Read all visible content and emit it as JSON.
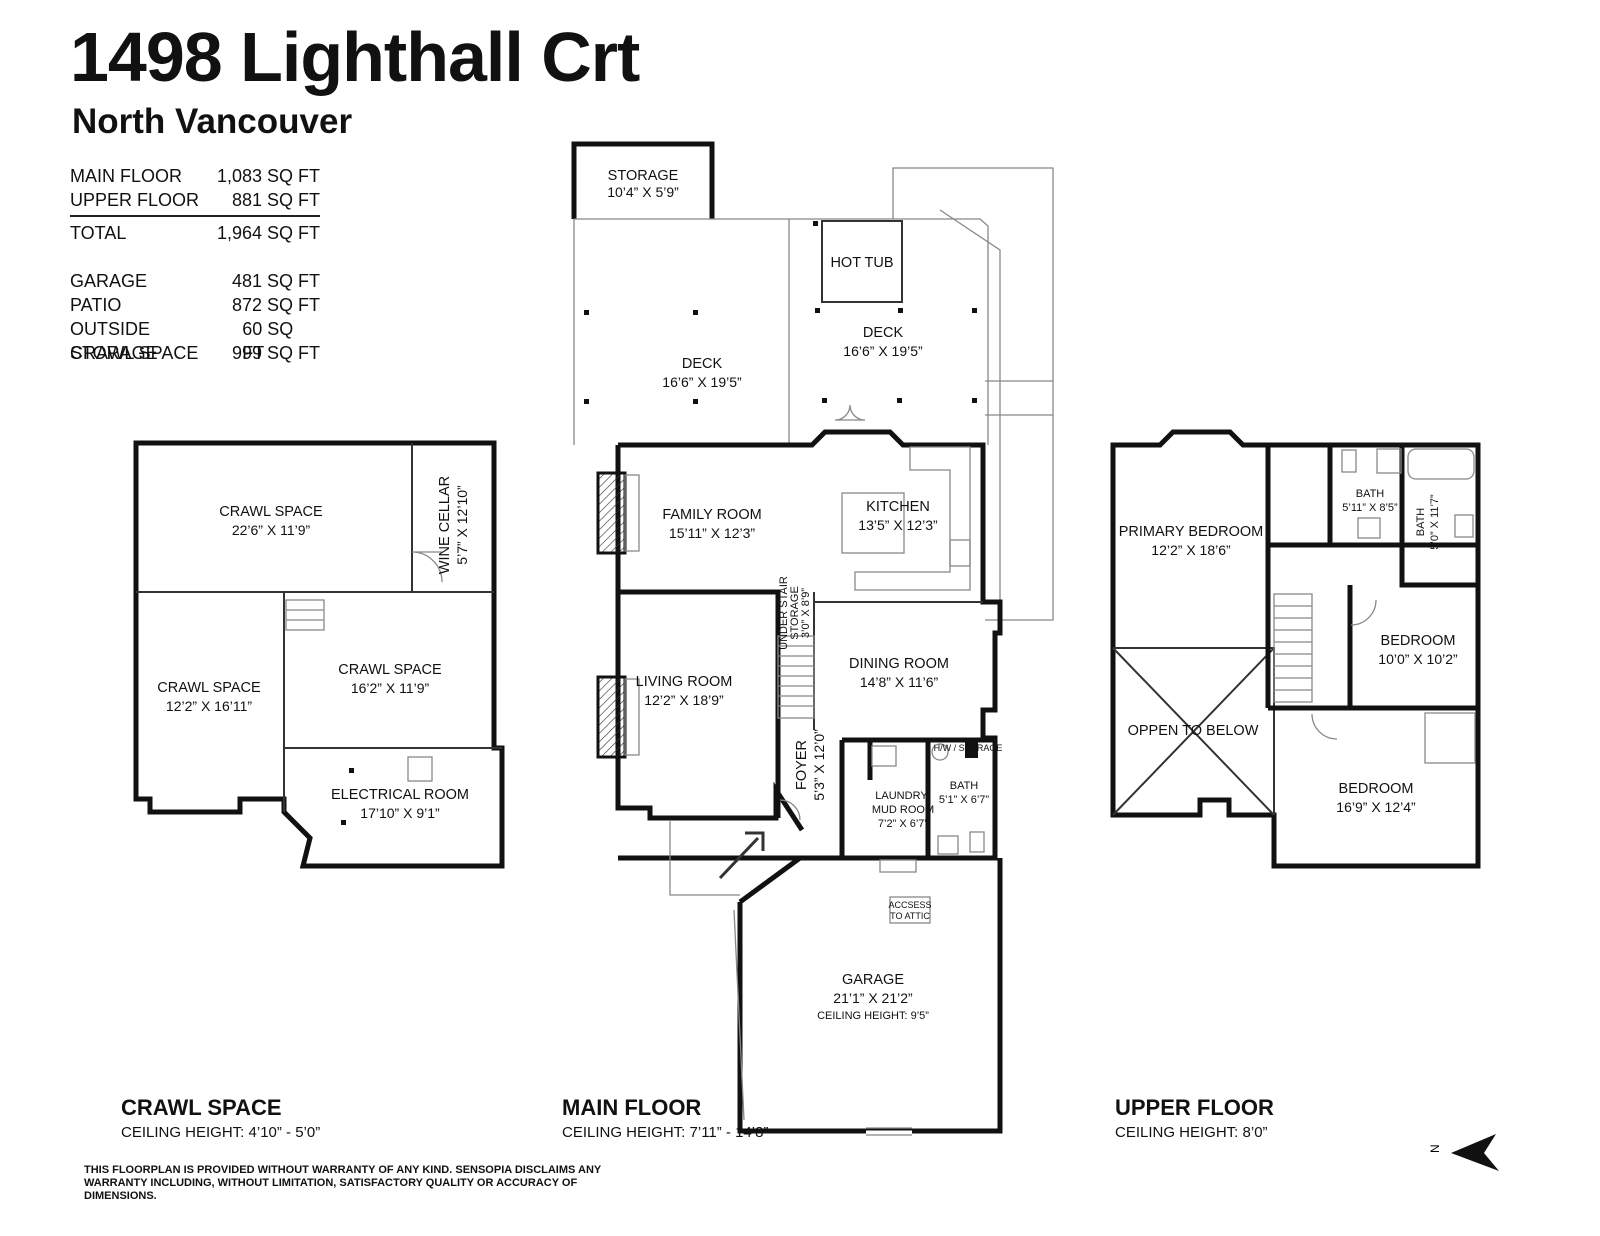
{
  "header": {
    "title": "1498 Lighthall Crt",
    "subtitle": "North Vancouver"
  },
  "stats": {
    "main_floor": {
      "label": "MAIN FLOOR",
      "value": "1,083 SQ FT"
    },
    "upper_floor": {
      "label": "UPPER FLOOR",
      "value": "881 SQ FT"
    },
    "total": {
      "label": "TOTAL",
      "value": "1,964 SQ FT"
    },
    "garage": {
      "label": "GARAGE",
      "value": "481 SQ FT"
    },
    "patio": {
      "label": "PATIO",
      "value": "872 SQ FT"
    },
    "outside_storage": {
      "label": "OUTSIDE STORAGE",
      "value": "60 SQ FT"
    },
    "crawl_space": {
      "label": "CRAWL SPACE",
      "value": "999 SQ FT"
    }
  },
  "crawl_floor": {
    "label": "CRAWL SPACE",
    "ceiling": "CEILING HEIGHT: 4’10” - 5’0”",
    "rooms": {
      "crawl_a": {
        "name": "CRAWL SPACE",
        "dim": "22’6” X 11’9”"
      },
      "wine": {
        "name": "WINE CELLAR",
        "dim": "5’7” X 12’10”"
      },
      "crawl_b": {
        "name": "CRAWL SPACE",
        "dim": "12’2” X 16’11”"
      },
      "crawl_c": {
        "name": "CRAWL SPACE",
        "dim": "16’2” X 11’9”"
      },
      "electrical": {
        "name": "ELECTRICAL ROOM",
        "dim": "17’10” X 9’1”"
      }
    }
  },
  "main_floor": {
    "label": "MAIN FLOOR",
    "ceiling": "CEILING HEIGHT: 7’11” - 14’8”",
    "rooms": {
      "storage": {
        "name": "STORAGE",
        "dim": "10’4” X 5’9”"
      },
      "hot_tub": {
        "name": "HOT TUB"
      },
      "deck_left": {
        "name": "DECK",
        "dim": "16’6” X 19’5”"
      },
      "deck_right": {
        "name": "DECK",
        "dim": "16’6” X 19’5”"
      },
      "family": {
        "name": "FAMILY ROOM",
        "dim": "15’11” X 12’3”"
      },
      "kitchen": {
        "name": "KITCHEN",
        "dim": "13’5” X 12’3”"
      },
      "under_stair": {
        "name": "UNDER STAIR",
        "name2": "STORAGE",
        "dim": "3’0” X 8’9”"
      },
      "dining": {
        "name": "DINING ROOM",
        "dim": "14’8” X 11’6”"
      },
      "living": {
        "name": "LIVING ROOM",
        "dim": "12’2” X 18’9”"
      },
      "foyer": {
        "name": "FOYER",
        "dim": "5’3” X 12’0”"
      },
      "laundry": {
        "name": "LAUNDRY/",
        "name2": "MUD ROOM",
        "dim": "7’2” X 6’7”"
      },
      "hw": {
        "name": "H/W / STORAGE"
      },
      "bath": {
        "name": "BATH",
        "dim": "5’1” X 6’7”"
      },
      "attic": {
        "name": "ACCSESS",
        "name2": "TO ATTIC"
      },
      "garage": {
        "name": "GARAGE",
        "dim": "21’1” X 21’2”",
        "ceiling": "CEILING HEIGHT: 9’5”"
      }
    }
  },
  "upper_floor": {
    "label": "UPPER FLOOR",
    "ceiling": "CEILING HEIGHT: 8’0”",
    "rooms": {
      "primary": {
        "name": "PRIMARY BEDROOM",
        "dim": "12’2” X 18’6”"
      },
      "bath_a": {
        "name": "BATH",
        "dim": "5’11” X 8’5”"
      },
      "bath_b": {
        "name": "BATH",
        "dim": "5’0” X 11’7”"
      },
      "bedroom_a": {
        "name": "BEDROOM",
        "dim": "10’0” X 10’2”"
      },
      "open": {
        "name": "OPPEN TO BELOW"
      },
      "bedroom_b": {
        "name": "BEDROOM",
        "dim": "16’9” X 12’4”"
      }
    }
  },
  "compass": {
    "label": "N"
  },
  "disclaimer": "THIS FLOORPLAN IS PROVIDED WITHOUT WARRANTY OF ANY KIND. SENSOPIA DISCLAIMS ANY WARRANTY INCLUDING, WITHOUT LIMITATION, SATISFACTORY QUALITY OR ACCURACY OF DIMENSIONS."
}
